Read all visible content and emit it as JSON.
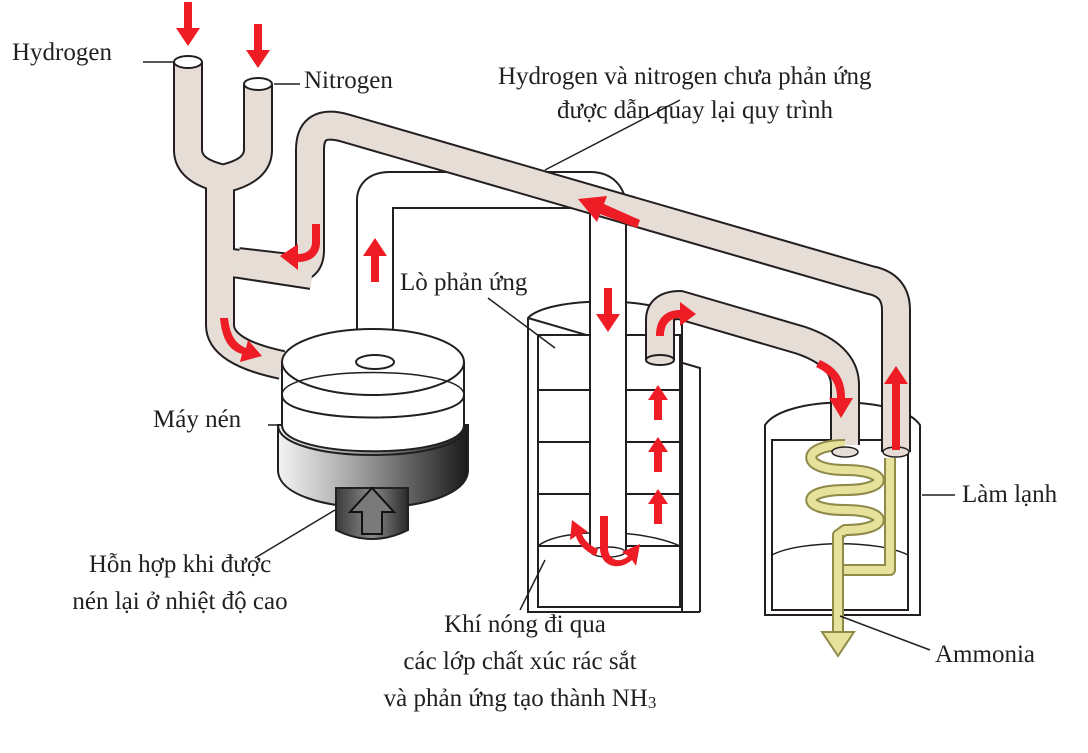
{
  "labels": {
    "hydrogen": "Hydrogen",
    "nitrogen": "Nitrogen",
    "recycle_line1": "Hydrogen và nitrogen chưa phản ứng",
    "recycle_line2": "được dẫn quay lại quy trình",
    "reactor": "Lò phản ứng",
    "compressor": "Máy nén",
    "mixture_line1": "Hỗn hợp khi được",
    "mixture_line2": "nén lại ở nhiệt độ cao",
    "catalyst_line1": "Khí nóng đi qua",
    "catalyst_line2": "các lớp chất xúc rác sắt",
    "catalyst_line3": "và phản ứng tạo thành NH",
    "catalyst_line3_sub": "3",
    "cooling": "Làm lạnh",
    "ammonia": "Ammonia"
  },
  "colors": {
    "pipe": "#e5ddd6",
    "outline": "#231f20",
    "arrow": "#ee1c25",
    "coil": "#e6e19b",
    "coil_outline": "#8f8a4a"
  }
}
